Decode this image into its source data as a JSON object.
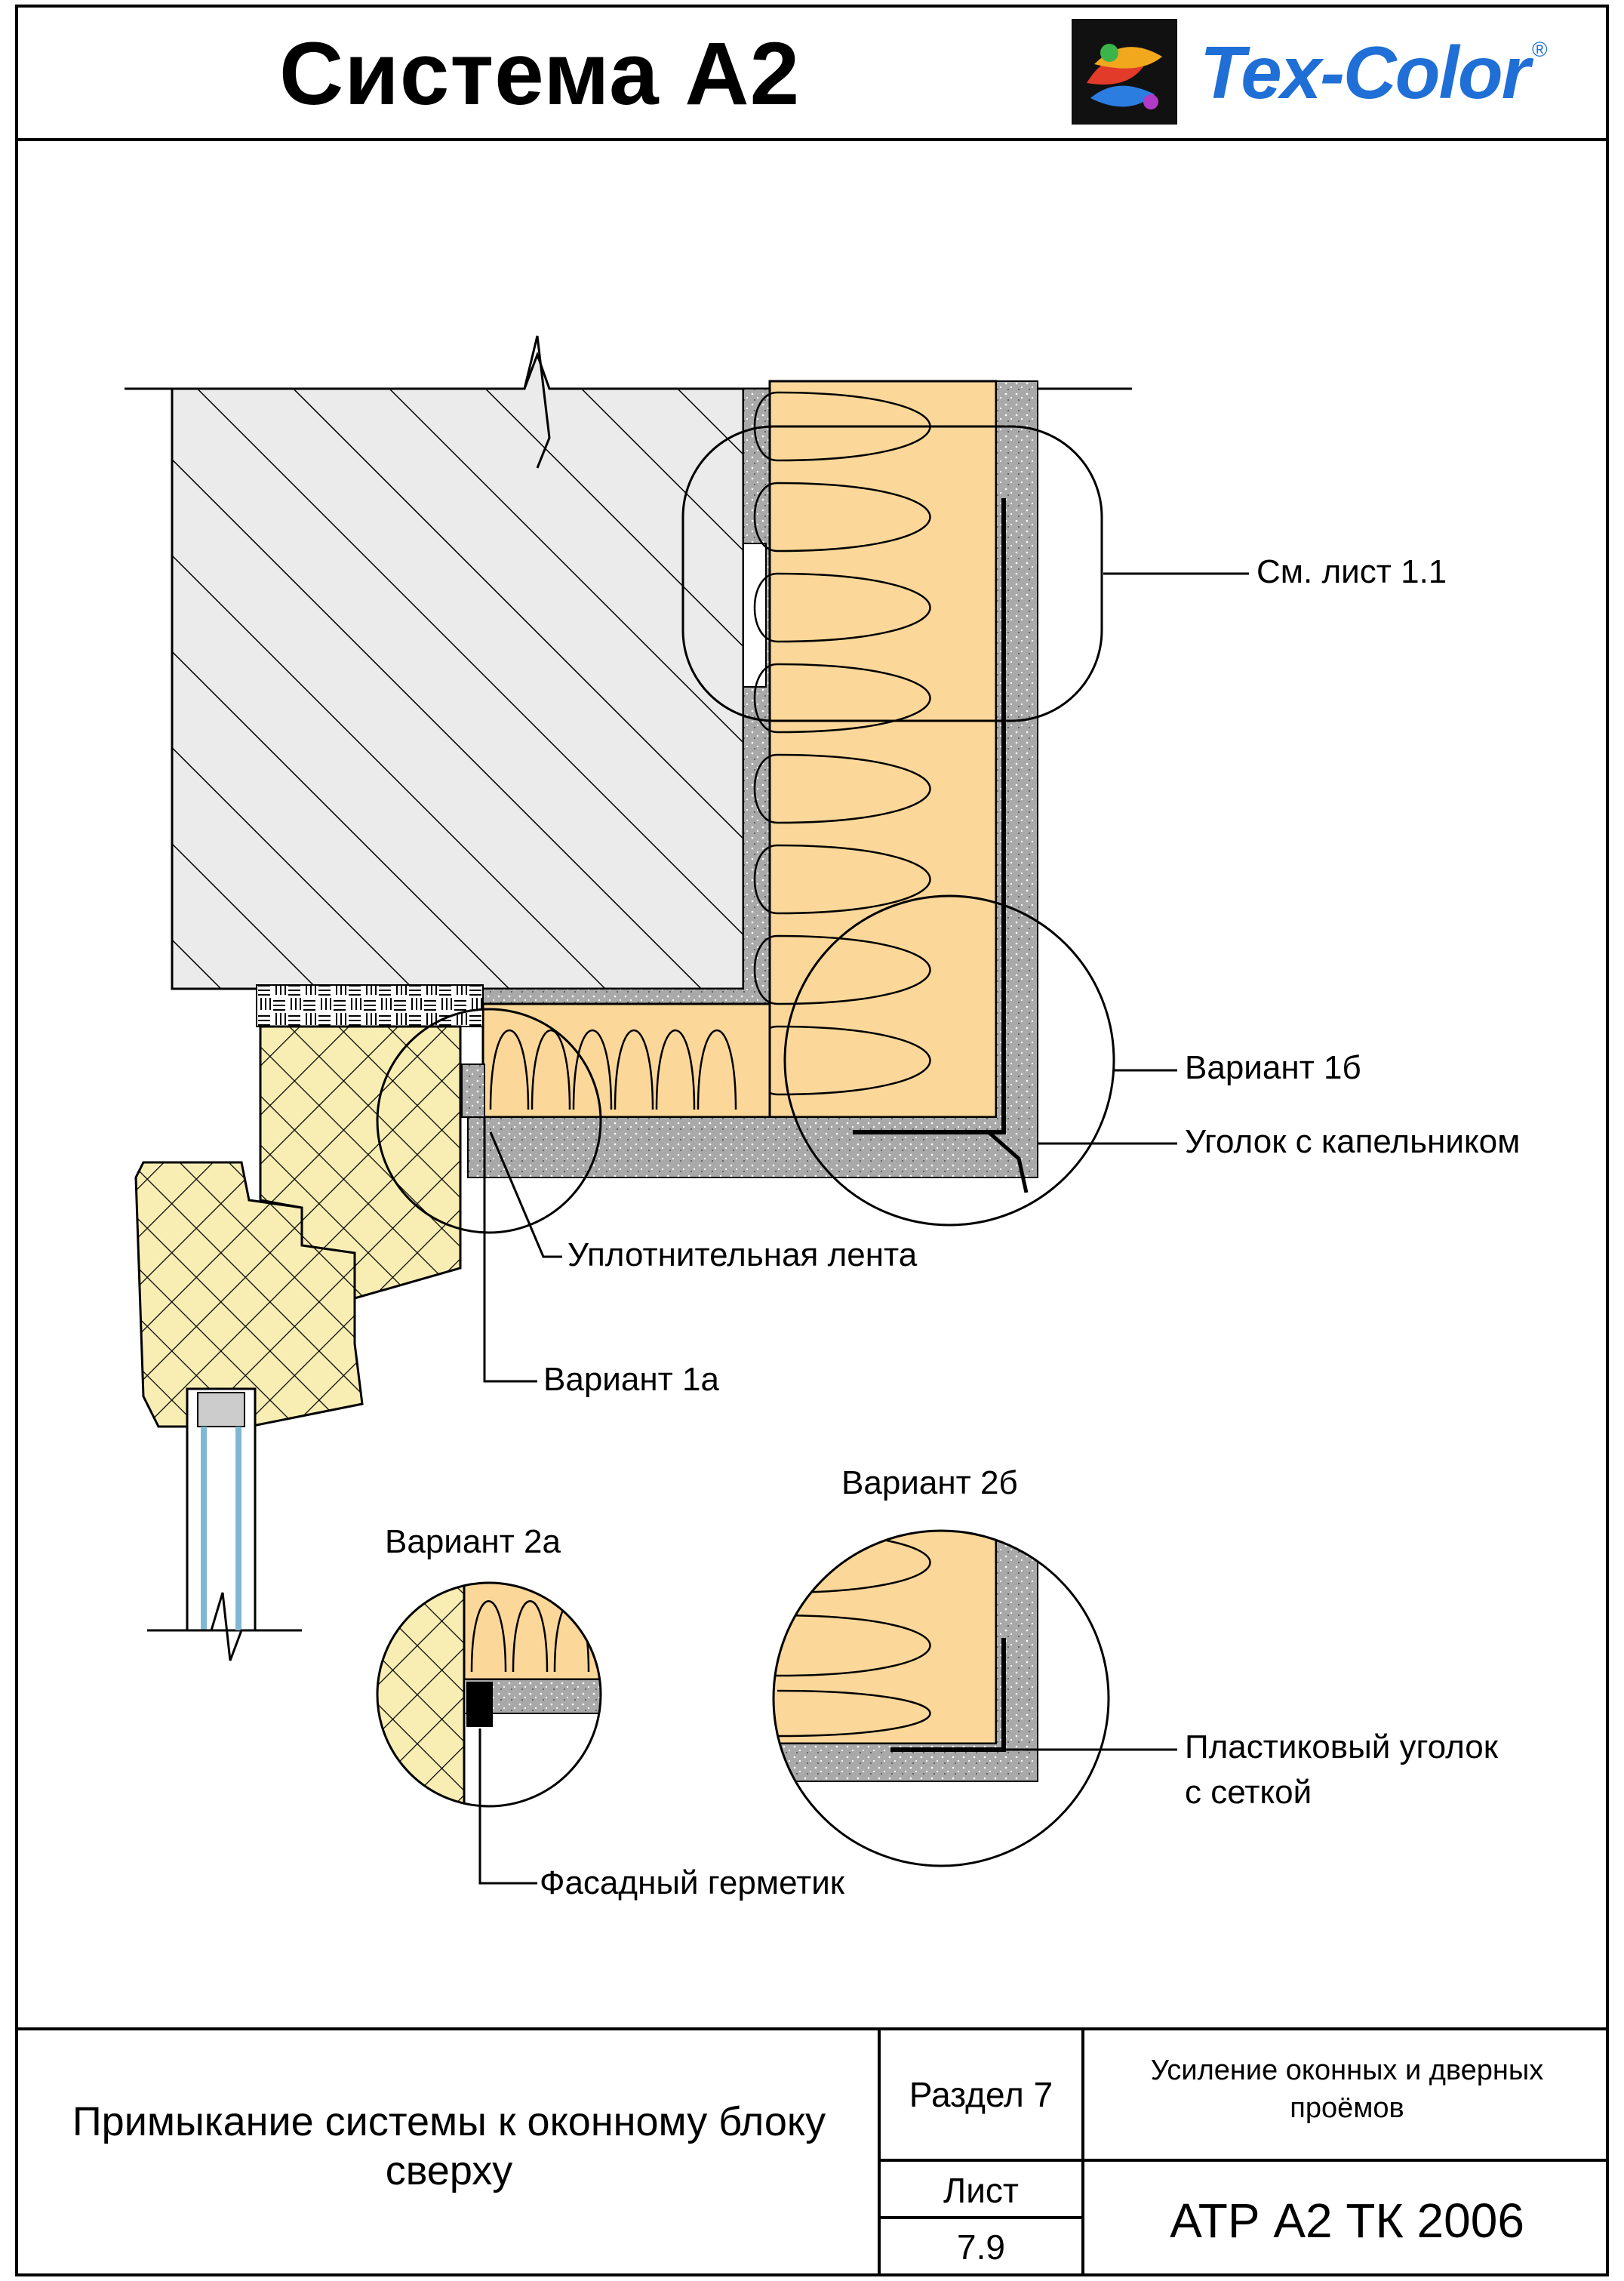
{
  "header": {
    "title": "Система А2",
    "brand": "Tex-Color",
    "brand_mark": "®"
  },
  "labels": {
    "see_sheet": "См. лист 1.1",
    "variant_1b": "Вариант 1б",
    "drip_corner": "Уголок с капельником",
    "sealing_tape": "Уплотнительная лента",
    "variant_1a": "Вариант 1а",
    "variant_2b": "Вариант 2б",
    "variant_2a": "Вариант 2а",
    "plastic_corner_line1": "Пластиковый уголок",
    "plastic_corner_line2": "с сеткой",
    "facade_sealant": "Фасадный герметик"
  },
  "title_block": {
    "description_line1": "Примыкание системы к оконному блоку",
    "description_line2": "сверху",
    "section": "Раздел 7",
    "topic_line1": "Усиление оконных и дверных",
    "topic_line2": "проёмов",
    "sheet_label": "Лист",
    "sheet_number": "7.9",
    "code": "АТР А2 ТК 2006"
  },
  "colors": {
    "insulation": "#fbd89a",
    "wood": "#f8eeb4",
    "plaster": "#a9a9a9",
    "brand_blue": "#1f6fd6"
  }
}
